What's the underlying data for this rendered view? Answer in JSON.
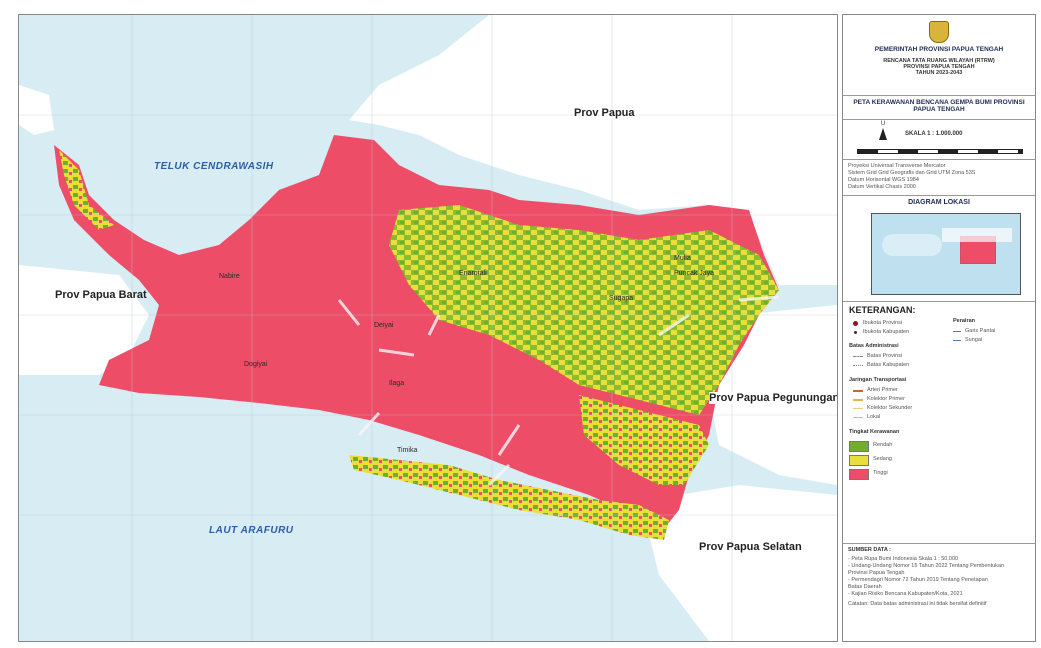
{
  "map": {
    "labels": {
      "prov_papua": "Prov Papua",
      "prov_papua_barat": "Prov Papua Barat",
      "prov_papua_pegunungan": "Prov Papua Pegunungan",
      "prov_papua_selatan": "Prov Papua Selatan",
      "teluk": "TELUK CENDRAWASIH",
      "laut": "LAUT ARAFURU"
    },
    "towns": [
      "Nabire",
      "Enarotali",
      "Sugapa",
      "Dogiyai",
      "Deiyai",
      "Mulia",
      "Ilaga",
      "Puncak Jaya",
      "Timika"
    ],
    "colors": {
      "sea": "#d8ecf4",
      "land_other": "#ffffff",
      "tinggi": "#ee4d68",
      "sedang": "#e8df3c",
      "rendah": "#6fae2e"
    }
  },
  "legend": {
    "header": {
      "org": "PEMERINTAH PROVINSI PAPUA TENGAH",
      "plan": "RENCANA TATA RUANG WILAYAH (RTRW)",
      "province": "PROVINSI PAPUA TENGAH",
      "years": "TAHUN 2023-2043"
    },
    "map_title": "PETA KERAWANAN BENCANA GEMPA BUMI PROVINSI PAPUA TENGAH",
    "north": "U",
    "scale": "SKALA 1 : 1.000.000",
    "projection_lines": [
      "Proyeksi     Universal Transverse Mercator",
      "Sistem Grid   Grid Geografis dan Grid UTM Zona 53S",
      "Datum Horisontal   WGS 1984",
      "Datum Vertikal   Chasis 2000"
    ],
    "diagram_title": "DIAGRAM LOKASI",
    "keterangan_title": "KETERANGAN:",
    "pusat_kegiatan": [
      "Ibukota Provinsi",
      "Ibukota Kabupaten"
    ],
    "perairan_title": "Perairan",
    "perairan": [
      "Garis Pantai",
      "Sungai"
    ],
    "batas_title": "Batas Administrasi",
    "batas": [
      "Batas Provinsi",
      "Batas Kabupaten"
    ],
    "jaringan_title": "Jaringan Transportasi",
    "jaringan": [
      "Arteri Primer",
      "Kolektor Primer",
      "Kolektor Sekunder",
      "Lokal"
    ],
    "tingkat_title": "Tingkat Kerawanan",
    "tingkat": [
      {
        "label": "Rendah",
        "color": "#6fae2e"
      },
      {
        "label": "Sedang",
        "color": "#e8df3c"
      },
      {
        "label": "Tinggi",
        "color": "#ee4d68"
      }
    ],
    "sumber_title": "SUMBER DATA :",
    "sumber_lines": [
      "- Peta Rupa Bumi Indonesia Skala 1 : 50.000",
      "- Undang-Undang Nomor 15 Tahun 2022 Tentang Pembentukan",
      "  Provinsi Papua Tengah",
      "- Permendagri Nomor 72 Tahun 2019 Tentang Penetapan",
      "  Batas Daerah",
      "- Kajian Risiko Bencana Kabupaten/Kota, 2021",
      "Catatan: Data batas administrasi ini tidak bersifat definitif"
    ]
  }
}
